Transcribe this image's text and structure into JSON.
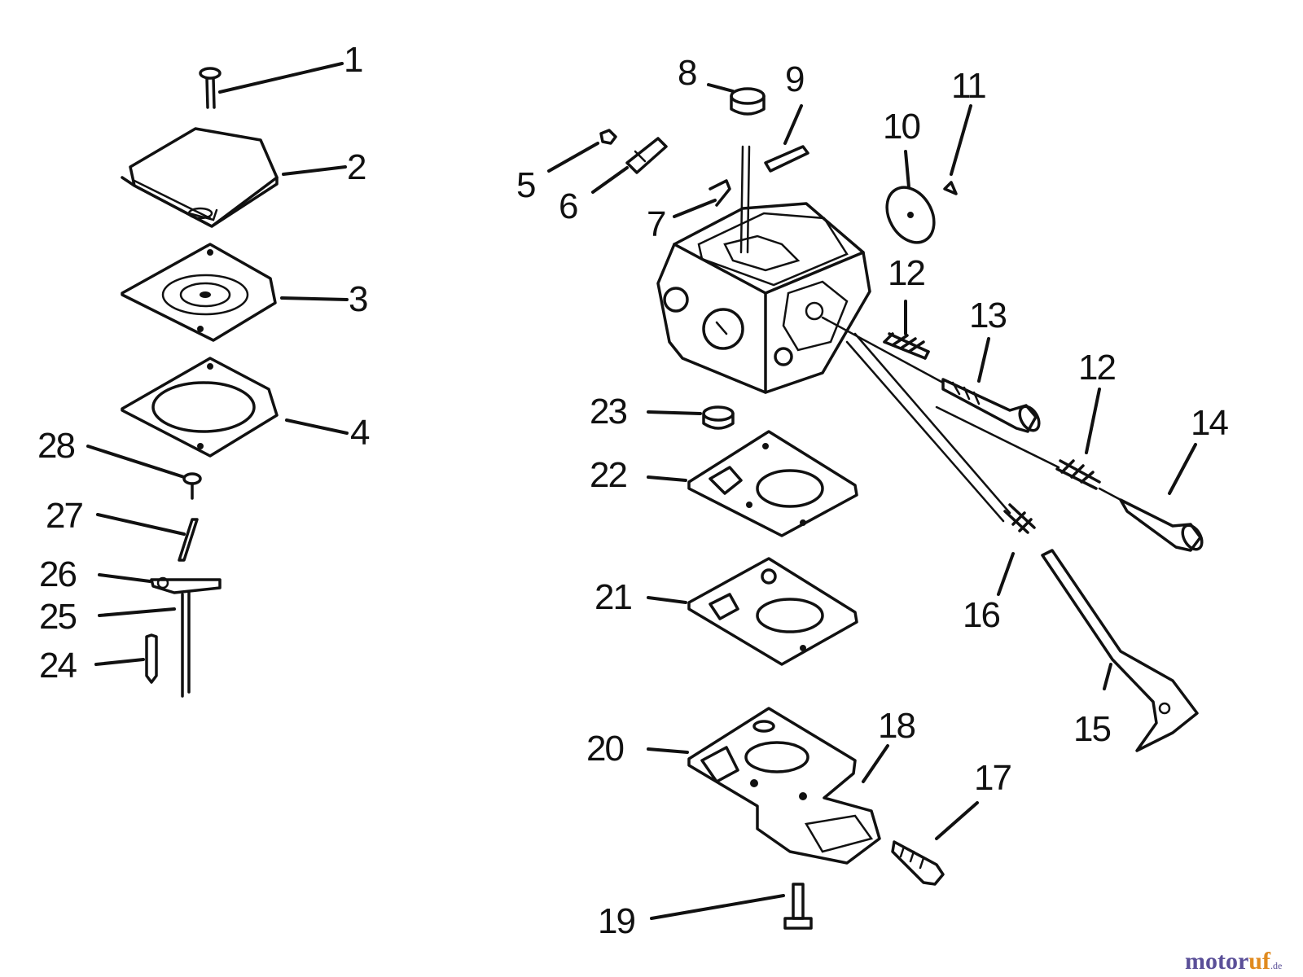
{
  "callouts": [
    "1",
    "2",
    "3",
    "4",
    "5",
    "6",
    "7",
    "8",
    "9",
    "10",
    "11",
    "12",
    "13",
    "12",
    "14",
    "15",
    "16",
    "17",
    "18",
    "19",
    "20",
    "21",
    "22",
    "23",
    "24",
    "25",
    "26",
    "27",
    "28"
  ],
  "watermark": {
    "a": "motor",
    "b": "uf",
    "c": ".de"
  }
}
